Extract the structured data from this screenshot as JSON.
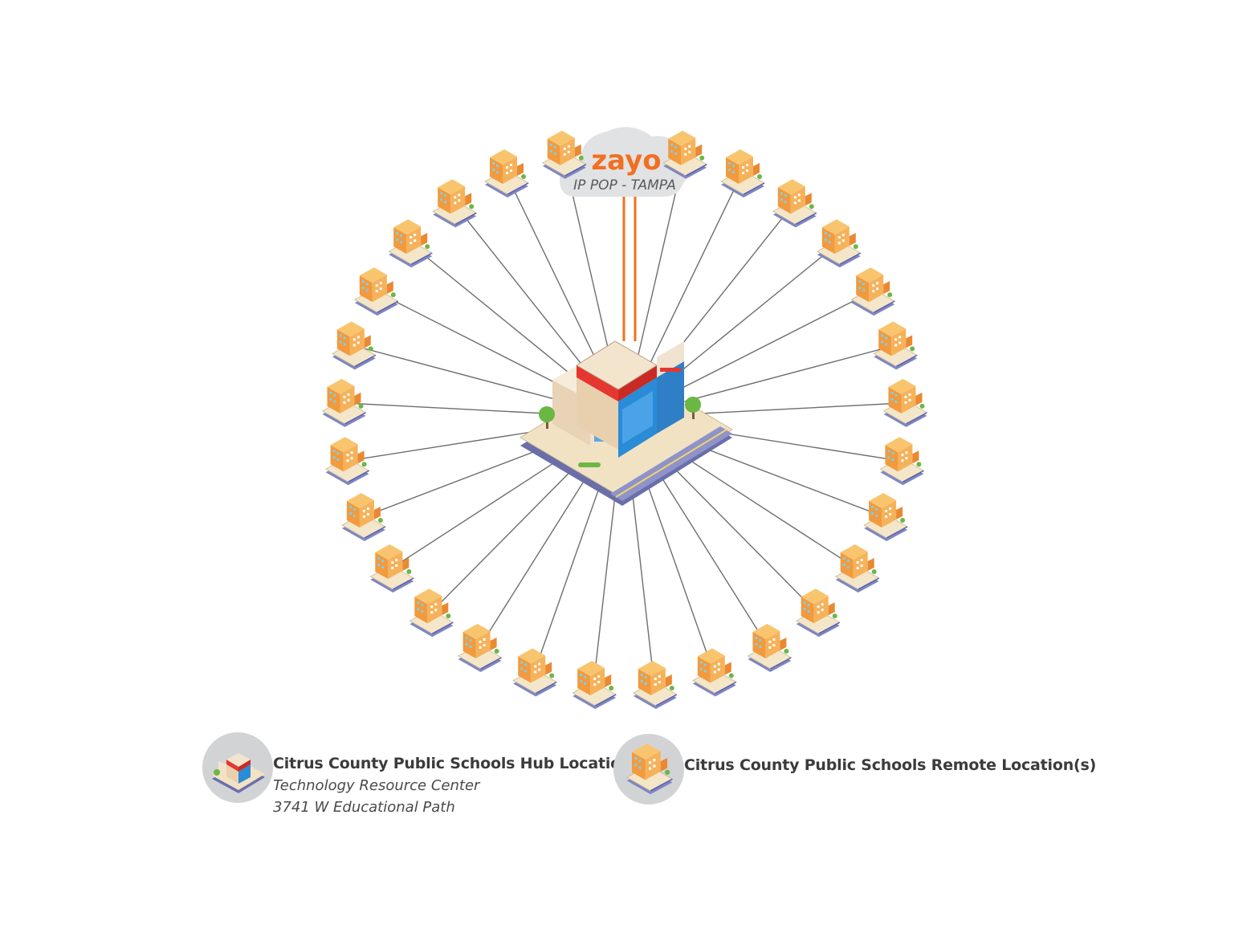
{
  "cloud": {
    "logo_text": "zayo",
    "label": "IP POP - TAMPA",
    "logo_color": "#f26f21",
    "fill": "#e1e2e3"
  },
  "colors": {
    "link_line": "#6d6e70",
    "uplink": "#f26f21",
    "building_orange": "#f28a30",
    "building_window": "#7fd0e8",
    "hub_glass": "#2a8bd6",
    "hub_red": "#e5362f",
    "ground": "#f0e2c6",
    "road": "#8e93c9"
  },
  "legend": {
    "hub": {
      "title": "Citrus County Public Schools Hub Location",
      "line1": "Technology Resource Center",
      "line2": "3741 W Educational Path"
    },
    "remote": {
      "title": "Citrus County Public Schools Remote Location(s)"
    }
  },
  "remote_count": 28
}
